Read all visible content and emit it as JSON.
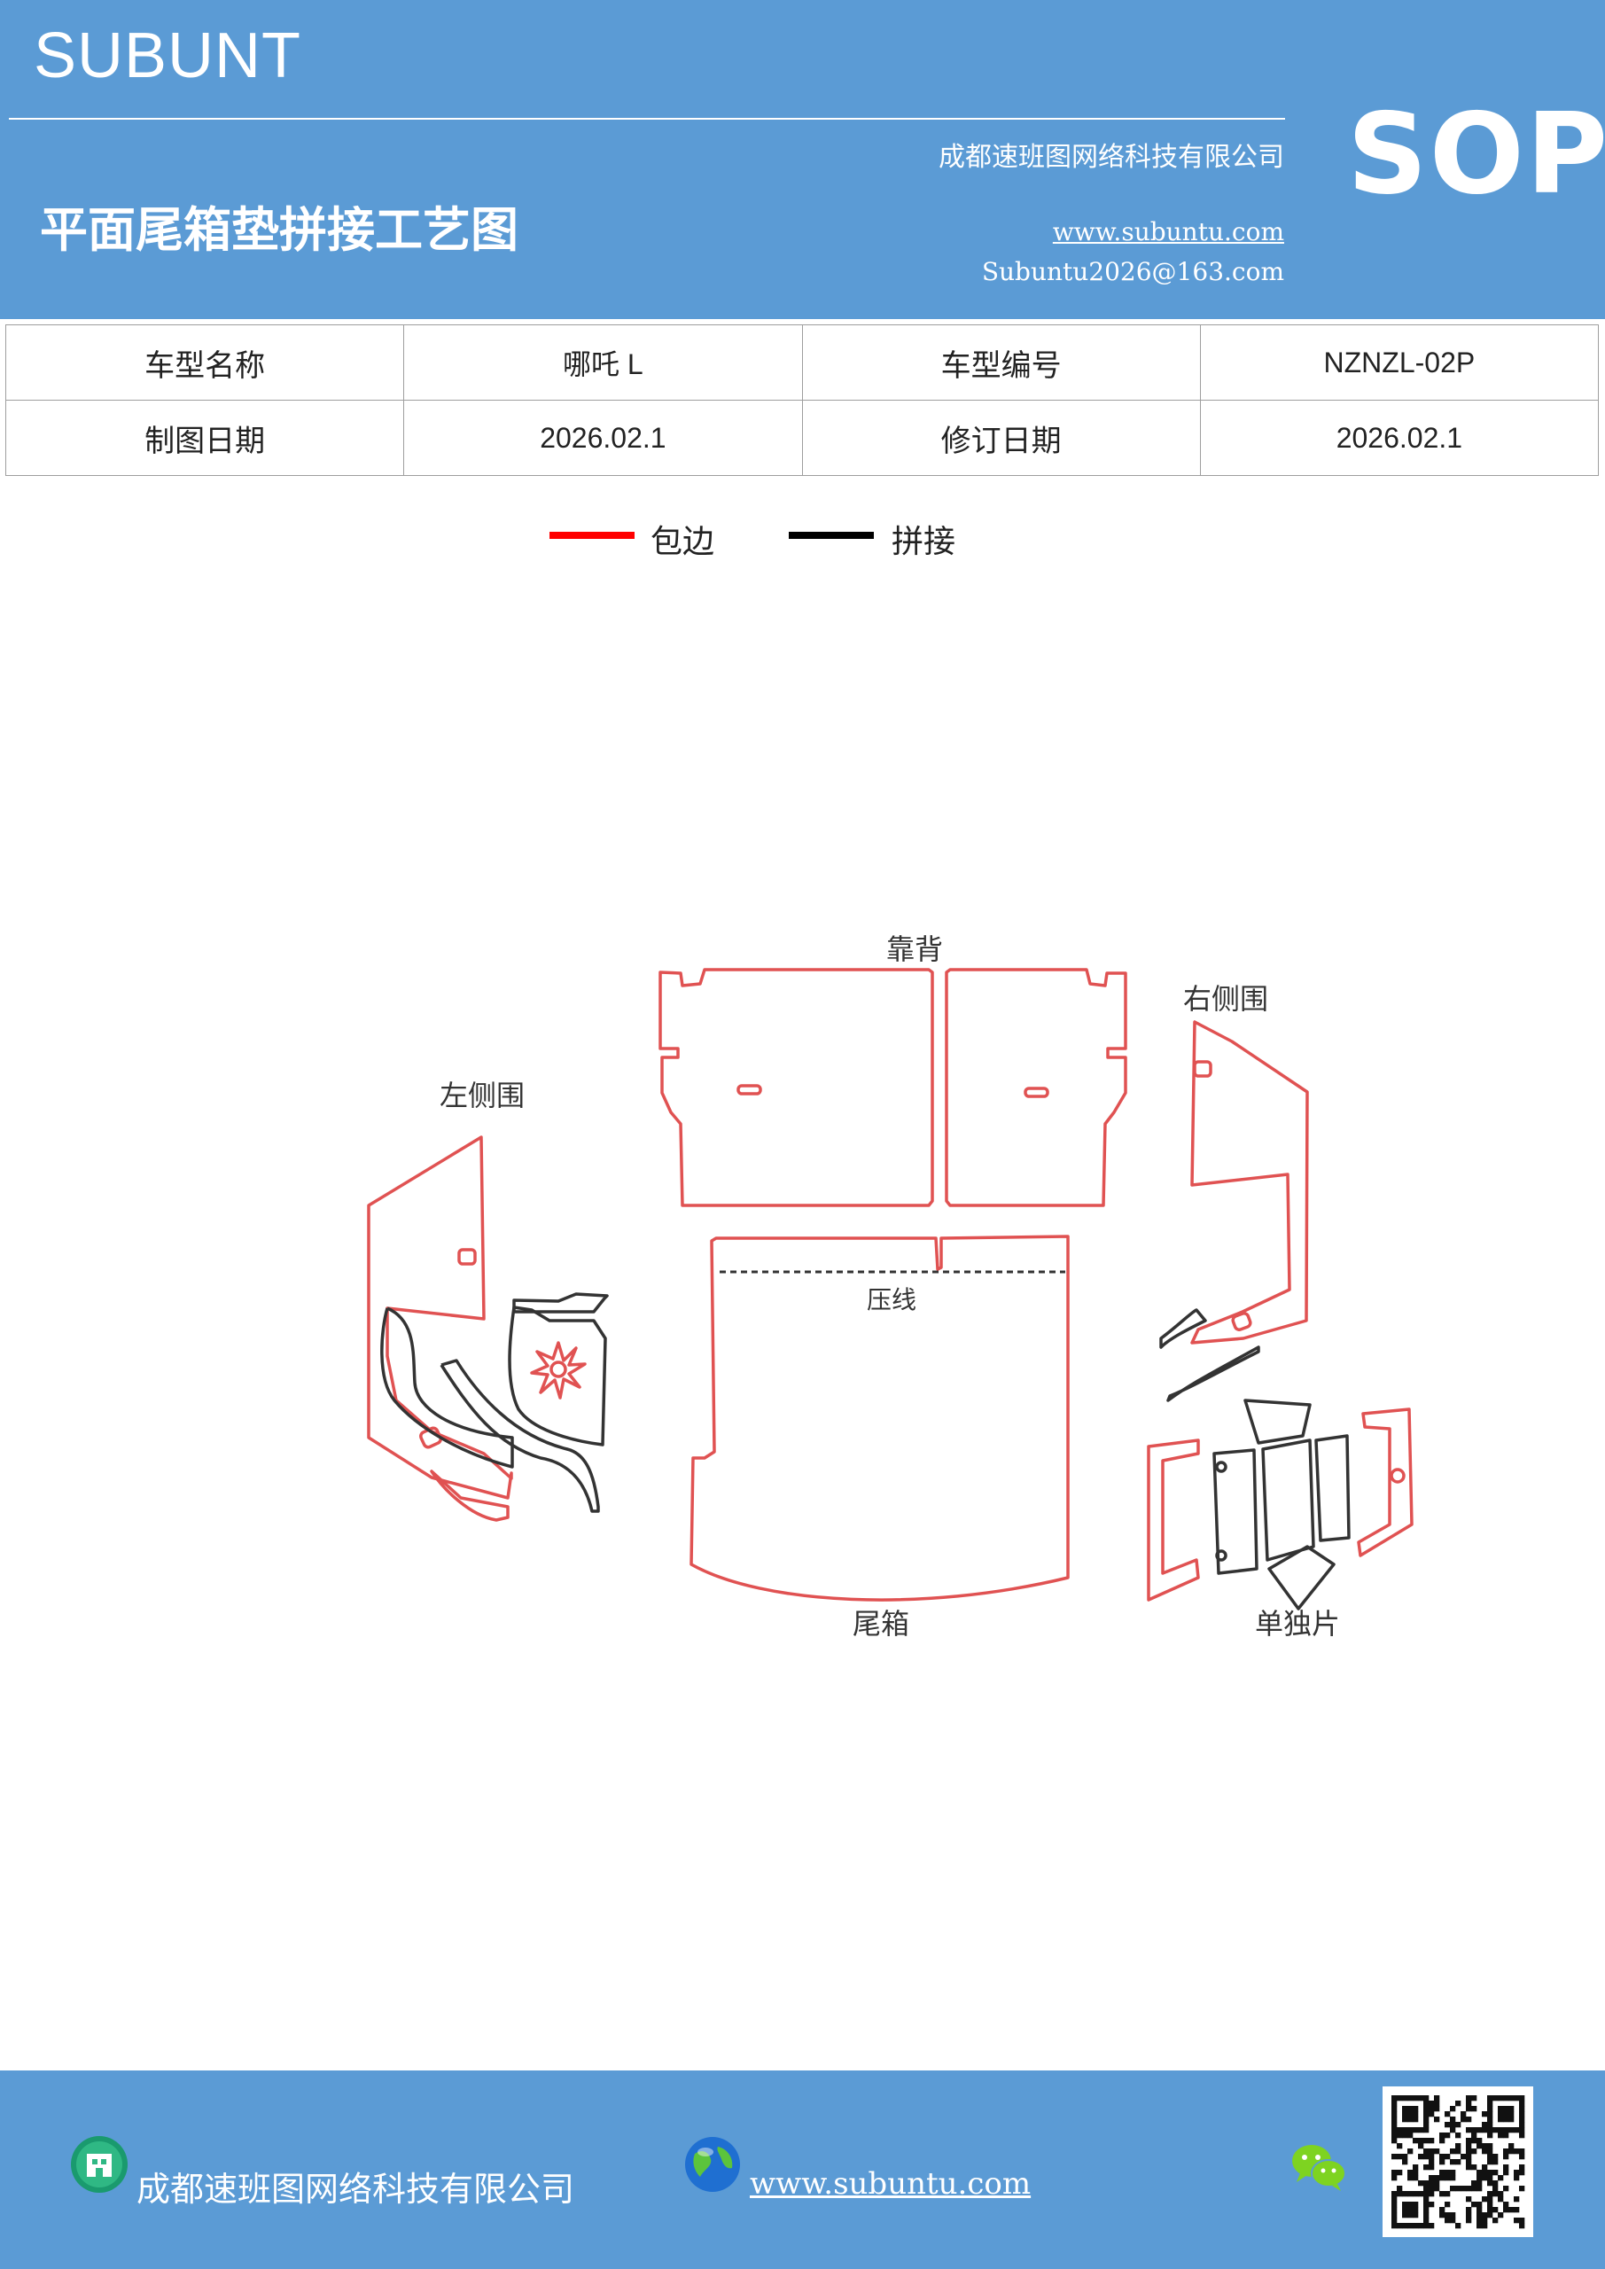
{
  "header": {
    "brand": "SUBUNT",
    "company": "成都速班图网络科技有限公司",
    "title": "平面尾箱垫拼接工艺图",
    "website": "www.subuntu.com",
    "email": "Subuntu2026@163.com",
    "sop_mark": "SOP"
  },
  "info_table": {
    "rows": [
      {
        "label1": "车型名称",
        "value1": "哪吒 L",
        "label2": "车型编号",
        "value2": "NZNZL-02P"
      },
      {
        "label1": "制图日期",
        "value1": "2026.02.1",
        "label2": "修订日期",
        "value2": "2026.02.1"
      }
    ]
  },
  "legend": {
    "items": [
      {
        "label": "包边",
        "color": "#ff0000"
      },
      {
        "label": "拼接",
        "color": "#000000"
      }
    ]
  },
  "diagram": {
    "labels": {
      "backrest": "靠背",
      "right_side": "右侧围",
      "left_side": "左侧围",
      "crease": "压线",
      "trunk": "尾箱",
      "single_piece": "单独片"
    },
    "edge_color": "#e05252",
    "seam_color": "#333333"
  },
  "footer": {
    "company": "成都速班图网络科技有限公司",
    "website": "www.subuntu.com"
  }
}
